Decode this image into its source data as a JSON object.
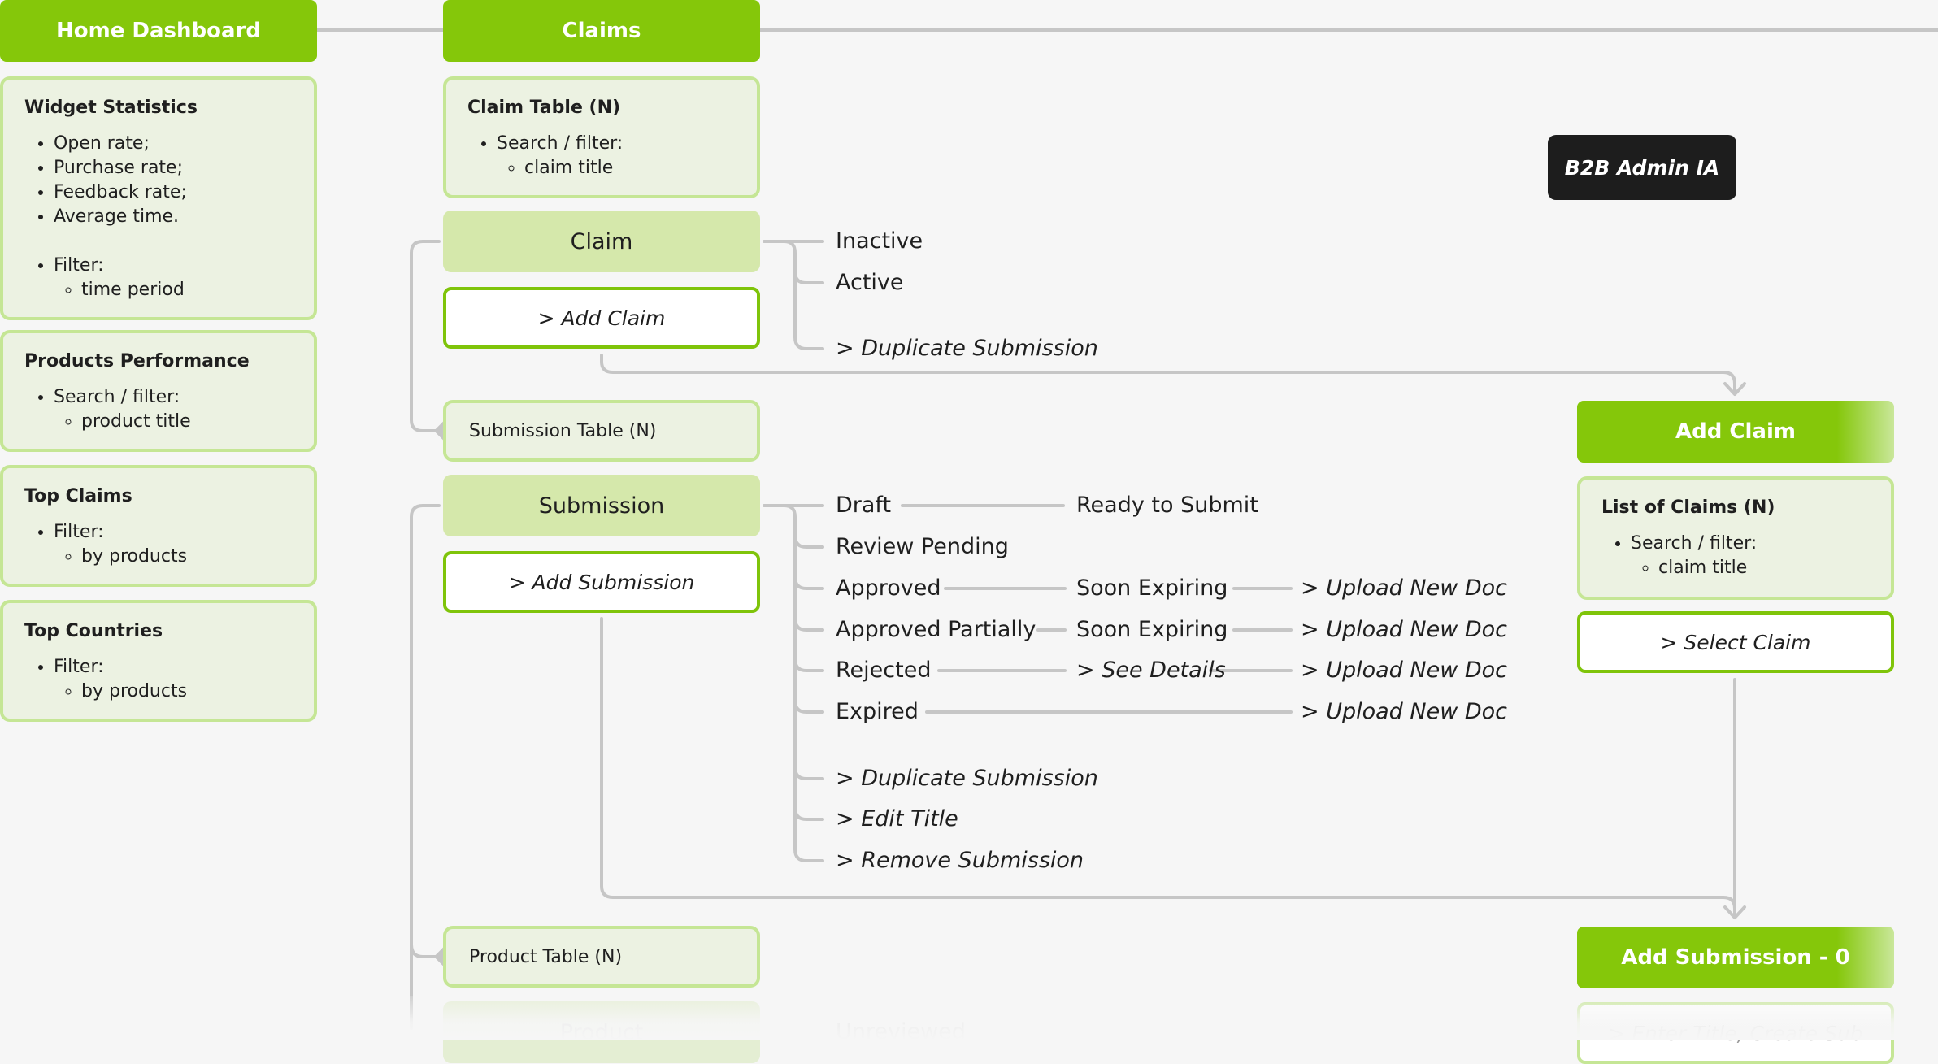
{
  "badge": "B2B Admin IA",
  "home": {
    "header": "Home Dashboard",
    "cards": [
      {
        "title": "Widget Statistics",
        "items": [
          "Open rate;",
          "Purchase rate;",
          "Feedback rate;",
          "Average time."
        ],
        "filter": "Filter:",
        "sub": "time period"
      },
      {
        "title": "Products Performance",
        "filter": "Search / filter:",
        "sub": "product title"
      },
      {
        "title": "Top Claims",
        "filter": "Filter:",
        "sub": "by products"
      },
      {
        "title": "Top Countries",
        "filter": "Filter:",
        "sub": "by products"
      }
    ]
  },
  "claims": {
    "header": "Claims",
    "claim_table": {
      "title": "Claim Table (N)",
      "filter": "Search / filter:",
      "sub": "claim title"
    },
    "claim_node": "Claim",
    "add_claim_action": "> Add Claim",
    "claim_states": [
      "Inactive",
      "Active",
      "> Duplicate Submission"
    ],
    "submission_table": "Submission Table (N)",
    "submission_node": "Submission",
    "add_submission_action": "> Add Submission",
    "submission_states": {
      "draft": "Draft",
      "ready": "Ready to Submit",
      "review": "Review Pending",
      "approved": "Approved",
      "approved_soon": "Soon Expiring",
      "approved_upload": "> Upload New Doc",
      "partial": "Approved Partially",
      "partial_soon": "Soon Expiring",
      "partial_upload": "> Upload New Doc",
      "rejected": "Rejected",
      "rejected_details": "> See Details",
      "rejected_upload": "> Upload New Doc",
      "expired": "Expired",
      "expired_upload": "> Upload New Doc",
      "duplicate": "> Duplicate Submission",
      "edit": "> Edit Title",
      "remove": "> Remove Submission"
    },
    "product_table": "Product Table (N)",
    "product_node": "Product",
    "product_state": "Unreviewed"
  },
  "add_claim": {
    "header": "Add Claim",
    "list": {
      "title": "List of Claims (N)",
      "filter": "Search / filter:",
      "sub": "claim title"
    },
    "select_action": "> Select Claim"
  },
  "add_submission": {
    "header": "Add Submission - 0",
    "next_action": "> Enter Title, Create Sub"
  }
}
